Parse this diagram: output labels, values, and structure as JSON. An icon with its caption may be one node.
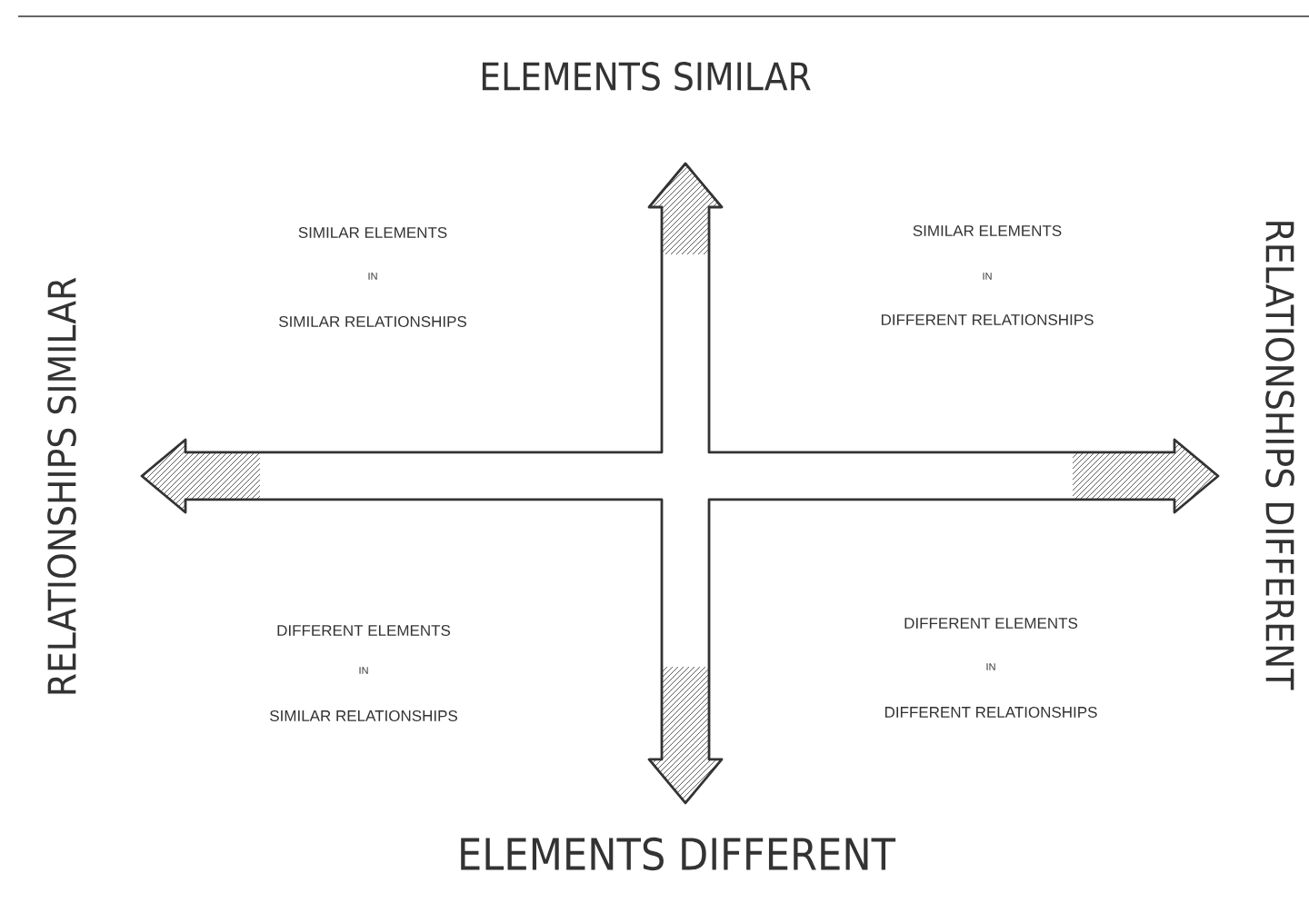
{
  "diagram": {
    "labels": [
      "ELEMENTS SIMILAR",
      "RELATIONSHIPS SIMILAR",
      "RELATIONSHIPS DIFFERENT",
      "SIMILAR ELEMENTS",
      "IN",
      "SIMILAR RELATIONSHIPS",
      "SIMILAR ELEMENTS",
      "IN",
      "DIFFERENT RELATIONSHIPS",
      "DIFFERENT ELEMENTS",
      "IN",
      "SIMILAR RELATIONSHIPS",
      "DIFFERENT ELEMENTS",
      "IN",
      "DIFFERENT RELATIONSHIPS",
      "ELEMENTS DIFFERENT"
    ]
  }
}
